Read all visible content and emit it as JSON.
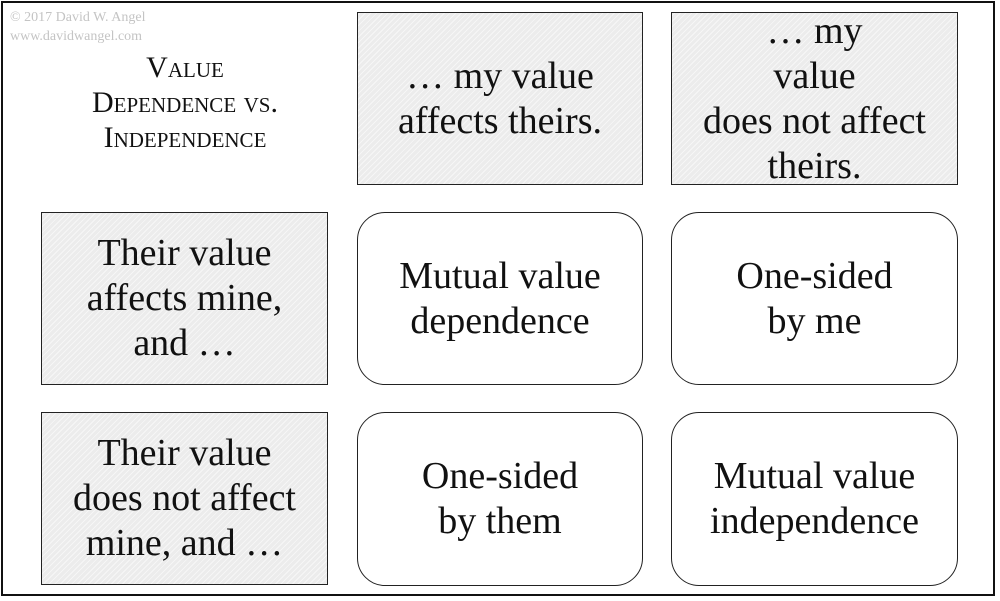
{
  "copyright": {
    "line1": "© 2017 David W. Angel",
    "line2": "www.davidwangel.com"
  },
  "title": {
    "line1": "Value",
    "line2": "Dependence vs.",
    "line3": "Independence"
  },
  "column_headers": [
    "… my value\naffects theirs.",
    "… my\nvalue\ndoes not affect\ntheirs."
  ],
  "row_headers": [
    "Their value\naffects mine,\nand …",
    "Their value\ndoes not affect\nmine, and …"
  ],
  "cells": [
    [
      "Mutual value\ndependence",
      "One-sided\nby me"
    ],
    [
      "One-sided\nby them",
      "Mutual value\nindependence"
    ]
  ],
  "colors": {
    "header_fill": "#ececec",
    "border": "#222222",
    "copyright_text": "#c4c4c4"
  }
}
